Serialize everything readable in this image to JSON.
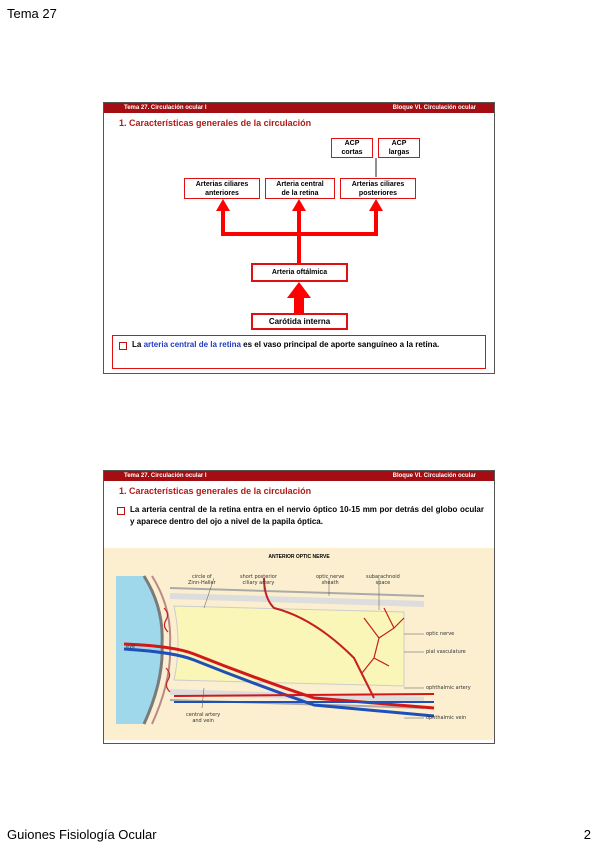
{
  "page": {
    "header": "Tema 27",
    "footer_left": "Guiones Fisiología Ocular",
    "page_number": "2"
  },
  "slide1": {
    "bar_left": "Tema 27. Circulación ocular I",
    "bar_right": "Bloque VI. Circulación ocular",
    "title": "1. Características generales de la circulación",
    "boxes": {
      "acp_cortas_1": "ACP",
      "acp_cortas_2": "cortas",
      "acp_largas_1": "ACP",
      "acp_largas_2": "largas",
      "ant_1": "Arterias ciliares",
      "ant_2": "anteriores",
      "central_1": "Arteria central",
      "central_2": "de la retina",
      "post_1": "Arterias ciliares",
      "post_2": "posteriores",
      "oftalmica": "Arteria oftálmica",
      "carotida": "Carótida interna"
    },
    "note_pre": "La ",
    "note_hl": "arteria central de la retina",
    "note_post": " es el vaso principal de aporte sanguíneo a la retina."
  },
  "slide2": {
    "bar_left": "Tema 27. Circulación ocular I",
    "bar_right": "Bloque VI. Circulación ocular",
    "title": "1. Características generales de la circulación",
    "text": "La arteria central de la retina entra en el nervio óptico 10-15 mm por detrás del globo ocular y aparece dentro del ojo a nivel de la papila óptica.",
    "figure": {
      "title": "ANTERIOR OPTIC NERVE",
      "labels": {
        "circle_1": "circle of",
        "circle_2": "Zinn-Haller",
        "short_1": "short posterior",
        "short_2": "ciliary artery",
        "sheath_1": "optic nerve",
        "sheath_2": "sheath",
        "sub_1": "subarachnoid",
        "sub_2": "space",
        "optic_nerve": "optic nerve",
        "pial": "pial vasculature",
        "eye": "eye",
        "oph_artery": "ophthalmic artery",
        "oph_vein": "ophthalmic vein",
        "central_1": "central artery",
        "central_2": "and vein"
      }
    }
  }
}
